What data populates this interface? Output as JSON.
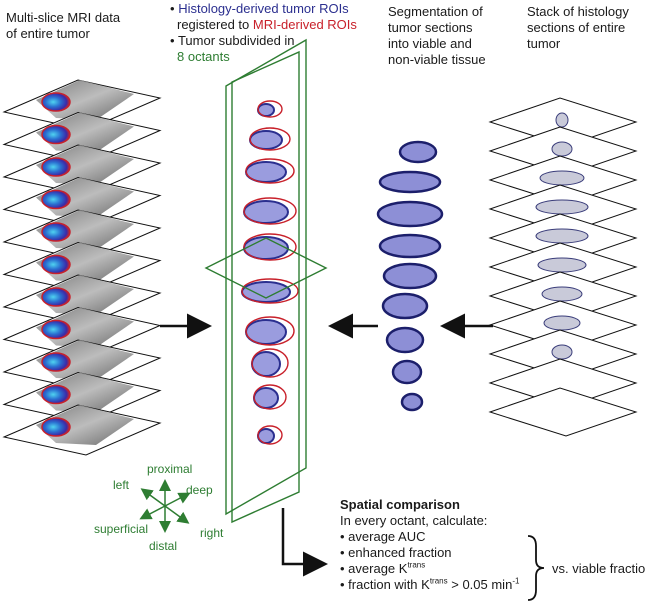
{
  "labels": {
    "mri": "Multi-slice MRI data\nof entire tumor",
    "histology_stack": "Stack of histology\nsections of entire\ntumor",
    "segmentation": "Segmentation of\ntumor sections\ninto viable and\nnon-viable tissue"
  },
  "center_text": {
    "bullet": "•",
    "line1": "Histology-derived tumor ROIs",
    "line2_prefix": "registered to ",
    "line2_red": "MRI-derived ROIs",
    "line3": "Tumor subdivided in",
    "line4": "8 octants"
  },
  "directions": {
    "proximal": "proximal",
    "left": "left",
    "deep": "deep",
    "superficial": "superficial",
    "right": "right",
    "distal": "distal"
  },
  "comparison": {
    "title": "Spatial comparison",
    "subtitle": "In every octant, calculate:",
    "items": [
      "average AUC",
      "enhanced fraction",
      "average K",
      "fraction with K"
    ],
    "ktrans_sup": "trans",
    "item4_suffix": " > 0.05 min",
    "item4_exp": "-1",
    "vs": "vs. viable fraction"
  },
  "colors": {
    "histology_roi": "#2b2f8f",
    "mri_roi": "#c8202a",
    "octant_lines": "#2e7d32",
    "tissue_fill": "#8d8fd6",
    "tissue_outline": "#1c1f6b",
    "mri_scan": "#8a8a8a",
    "mri_heat": "#2a6fd0"
  }
}
